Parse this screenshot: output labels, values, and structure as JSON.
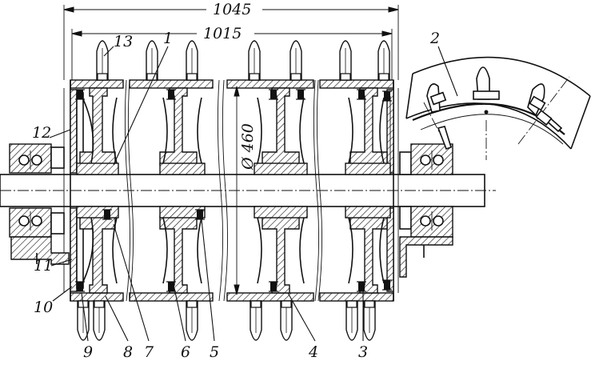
{
  "dimensions": {
    "overall_length": "1045",
    "inner_length": "1015",
    "drum_diameter": "Ø 460"
  },
  "callouts": {
    "c1": "1",
    "c2": "2",
    "c3": "3",
    "c4": "4",
    "c5": "5",
    "c6": "6",
    "c7": "7",
    "c8": "8",
    "c9": "9",
    "c10": "10",
    "c11": "11",
    "c12": "12",
    "c13": "13"
  }
}
